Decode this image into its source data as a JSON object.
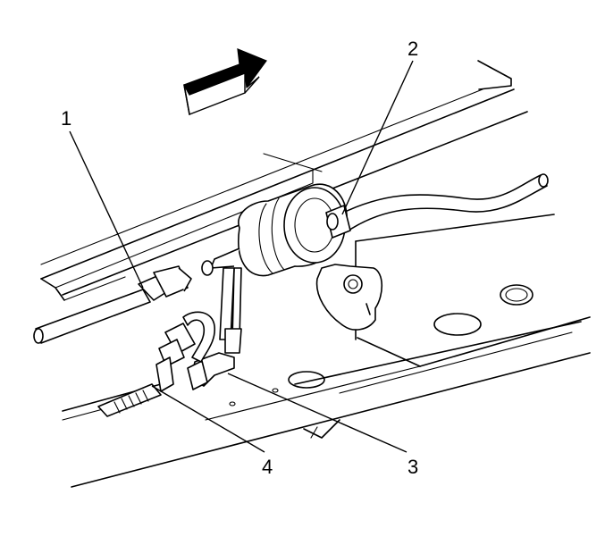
{
  "callouts": [
    {
      "id": 1,
      "label": "1"
    },
    {
      "id": 2,
      "label": "2"
    },
    {
      "id": 3,
      "label": "3"
    },
    {
      "id": 4,
      "label": "4"
    }
  ],
  "direction_indicator": "forward-arrow",
  "colors": {
    "line": "#000000",
    "background": "#ffffff"
  }
}
